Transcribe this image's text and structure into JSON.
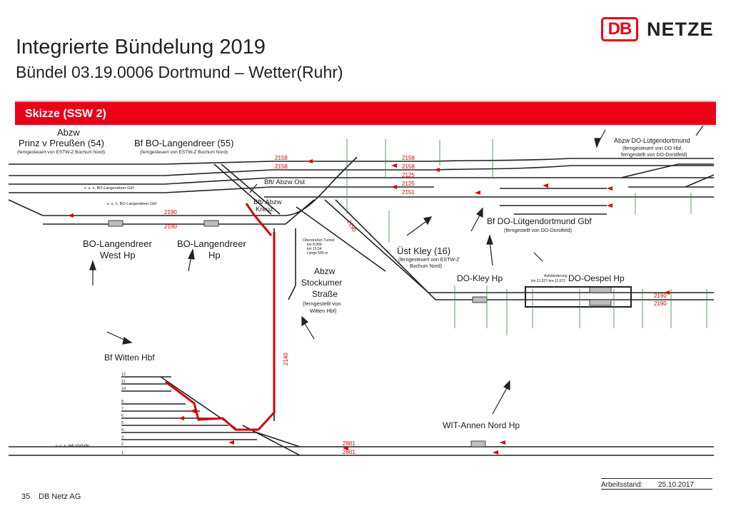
{
  "header": {
    "title": "Integrierte Bündelung 2019",
    "subtitle": "Bündel 03.19.0006 Dortmund – Wetter(Ruhr)",
    "logo_db": "DB",
    "logo_netze": "NETZE"
  },
  "banner": {
    "label": "Skizze (SSW 2)"
  },
  "colors": {
    "brand_red": "#ec0016",
    "track": "#222222",
    "route": "#d90000",
    "green": "#2e8b2e",
    "blue": "#2f5fb0"
  },
  "labels": {
    "abzw_prinz": "Abzw\nPrinz v Preußen (54)",
    "prinz_sub": "(ferngesteuert von ESTW-Z Bochum Nord)",
    "bf_langendreer": "Bf BO-Langendreer (55)",
    "langendreer_sub": "(ferngesteuert von ESTW-Z Bochum Nord)",
    "bft_ost": "Bft/ Abzw Ost",
    "bft_kreuz": "Bft/ Abzw\nKreuz",
    "abzw_luetgendortmund": "Abzw DO-Lütgendortmund",
    "luetgendortmund_sub": "(ferngesteuert von DO Hbf,\nferngestellt von DO-Dorstfeld)",
    "bf_luetgendortmund": "Bf DO-Lütgendortmund Gbf",
    "luetgendortmund_gbf_sub": "(ferngestellt von DO-Dorstfeld)",
    "west_hp": "BO-Langendreer\nWest Hp",
    "langendreer_hp": "BO-Langendreer\nHp",
    "uest_kley": "Üst Kley (16)",
    "kley_sub": "(ferngesteuert von ESTW-Z\nBochum Nord)",
    "kley_hp": "DO-Kley Hp",
    "oespel_hp": "DO-Oespel Hp",
    "abzw_stockum": "Abzw\nStockumer\nStraße",
    "stockum_sub": "(ferngestellt von\nWitten Hbf)",
    "bf_witten": "Bf Witten Hbf",
    "wit_annen": "WIT-Annen Nord Hp",
    "vun_langendreer_gbf": "v. u. n. BO-Langendreer Gbf",
    "vun_langendreer_gbf2": "v. u. n. BO-Langendreer Gbf",
    "vun_ha_vorhalle": "v. u. n. HA-Vorhalle",
    "tunnel_note": "Oberstraßen Tunnel\nkm 8,989-\nkm 15,54\nLänge 565 m",
    "aufstaenderung": "Aufständerung\nkm 11,527-km 12,072"
  },
  "track_numbers": {
    "t2158a": "2158",
    "t2158b": "2158",
    "t2158c": "2158",
    "t2158d": "2158",
    "t2125": "2125",
    "t2125b": "2125",
    "t2151": "2151",
    "t2190a": "2190",
    "t2190b": "2190",
    "t2190c": "2190",
    "t2190d": "2190",
    "t2190e": "2190",
    "t2140": "2140",
    "t2801a": "2801",
    "t2801b": "2801"
  },
  "footer": {
    "page": "35",
    "org": "DB Netz AG",
    "stand_label": "Arbeitsstand:",
    "stand_date": "25.10.2017"
  }
}
